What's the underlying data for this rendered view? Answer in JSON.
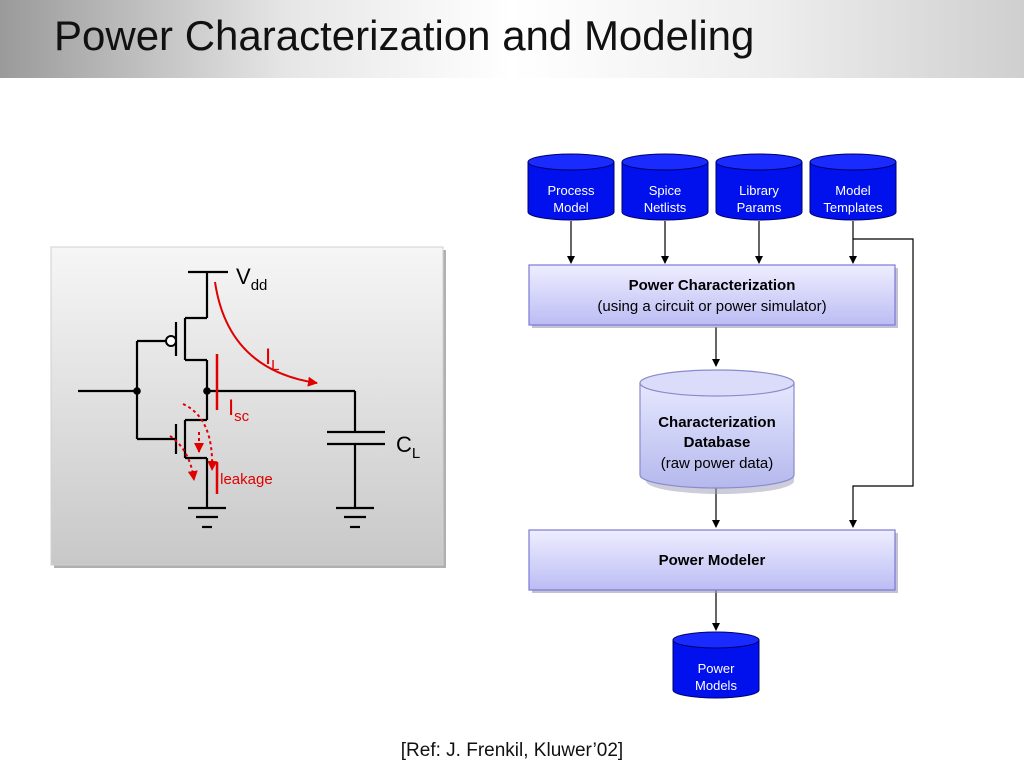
{
  "slide": {
    "title": "Power Characterization and Modeling",
    "reference": "[Ref: J. Frenkil, Kluwer’02]"
  },
  "circuit": {
    "vdd": {
      "main": "V",
      "sub": "dd"
    },
    "cl": {
      "main": "C",
      "sub": "L"
    },
    "il": {
      "main": "I",
      "sub": "L"
    },
    "isc": {
      "main": "I",
      "sub": "sc"
    },
    "ileakage": {
      "main": "I",
      "sub": "leakage"
    },
    "current_color": "#e00000"
  },
  "flow": {
    "inputs": [
      {
        "line1": "Process",
        "line2": "Model"
      },
      {
        "line1": "Spice",
        "line2": "Netlists"
      },
      {
        "line1": "Library",
        "line2": "Params"
      },
      {
        "line1": "Model",
        "line2": "Templates"
      }
    ],
    "characterization": {
      "title": "Power Characterization",
      "subtitle": "(using a circuit or power simulator)"
    },
    "database": {
      "line1": "Characterization",
      "line2": "Database",
      "line3": "(raw power data)"
    },
    "modeler": {
      "title": "Power Modeler"
    },
    "output": {
      "line1": "Power",
      "line2": "Models"
    },
    "colors": {
      "cylinder": "#0011ee",
      "box": "#c8c8f8",
      "box_border": "#7a7ad8",
      "db_fill": "#c0c4f0"
    }
  }
}
